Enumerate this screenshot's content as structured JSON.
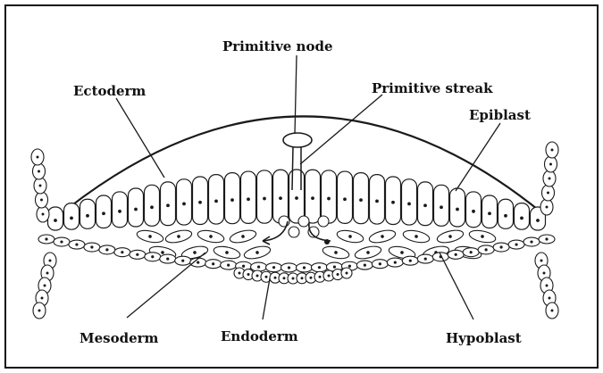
{
  "labels": {
    "primitive_node": "Primitive node",
    "primitive_streak": "Primitive streak",
    "ectoderm": "Ectoderm",
    "epiblast": "Epiblast",
    "mesoderm": "Mesoderm",
    "endoderm": "Endoderm",
    "hypoblast": "Hypoblast"
  },
  "colors": {
    "ink": "#1a1a1a",
    "background": "#ffffff"
  }
}
